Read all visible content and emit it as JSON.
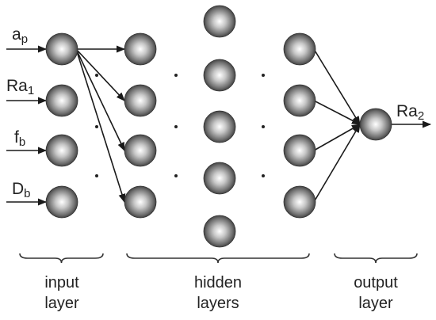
{
  "inputs": [
    {
      "main": "a",
      "sub": "p"
    },
    {
      "main": "Ra",
      "sub": "1"
    },
    {
      "main": "f",
      "sub": "b"
    },
    {
      "main": "D",
      "sub": "b"
    }
  ],
  "output": {
    "main": "Ra",
    "sub": "2"
  },
  "groups": {
    "input": {
      "line1": "input",
      "line2": "layer"
    },
    "hidden": {
      "line1": "hidden",
      "line2": "layers"
    },
    "output": {
      "line1": "output",
      "line2": "layer"
    }
  },
  "colors": {
    "node_light": "#ffffff",
    "node_mid": "#9a9a9a",
    "node_dark": "#2a2a2a",
    "line": "#1a1a1a"
  }
}
